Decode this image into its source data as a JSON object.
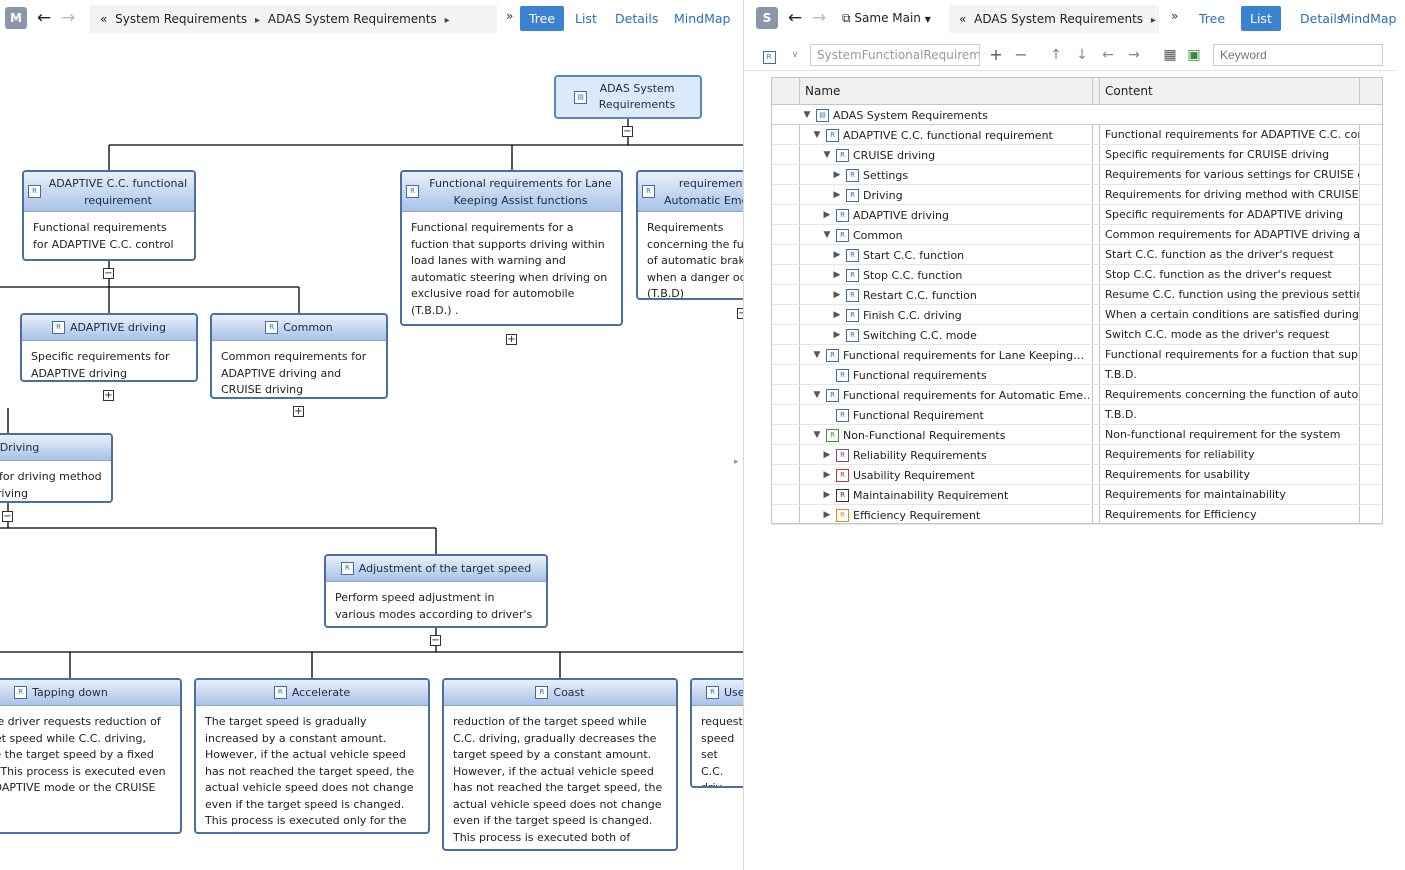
{
  "left": {
    "avatar": "M",
    "back_icon": "arrow-left-icon",
    "forward_icon": "arrow-right-icon",
    "breadcrumb": {
      "prefix": "«",
      "items": [
        "System Requirements",
        "ADAS System Requirements"
      ],
      "sep": "▸"
    },
    "more": "»",
    "tabs": [
      "Tree",
      "List",
      "Details",
      "MindMap"
    ],
    "active_tab": "Tree",
    "nodes": {
      "root": {
        "title": "ADAS System Requirements"
      },
      "acc": {
        "title": "ADAPTIVE C.C. functional requirement",
        "body": "Functional requirements for ADAPTIVE C.C. control"
      },
      "lka": {
        "title": "Functional requirements for Lane Keeping Assist functions",
        "body": "Functional requirements for a fuction that supports driving within load lanes with warning and automatic steering when driving on exclusive road for automobile (T.B.D.) ."
      },
      "aeb": {
        "title": "Functional requirements for Automatic Emergency Braking",
        "body": "Requirements concerning the function of automatic brakes when a danger occurs (T.B.D)"
      },
      "adaptive": {
        "title": "ADAPTIVE driving",
        "body": "Specific requirements for ADAPTIVE driving"
      },
      "common": {
        "title": "Common",
        "body": "Common requirements for ADAPTIVE driving and CRUISE driving"
      },
      "driving": {
        "title": "Driving",
        "body": "Requirements for driving method with CRUISE driving"
      },
      "adjust": {
        "title": "Adjustment of the target speed",
        "body": "Perform speed adjustment in various modes according to driver's request"
      },
      "tapping": {
        "title": "Tapping down",
        "body": "When the driver requests reduction of the target speed while C.C. driving, decrease the target speed by a fixed amount. This process is executed even in the ADAPTIVE mode or the CRUISE"
      },
      "accel": {
        "title": "Accelerate",
        "body": "The target speed is gradually increased by a constant amount. However, if the actual vehicle speed has not reached the target speed, the actual vehicle speed does not change even if the target speed is changed. This process is executed only for the"
      },
      "coast": {
        "title": "Coast",
        "body": "reduction of the target speed while C.C. driving, gradually decreases the target speed by a constant amount. However, if the actual vehicle speed has not reached the target speed, the actual vehicle speed does not change even if the target speed is changed. This process is executed both of"
      },
      "use": {
        "title": "Use",
        "body": "requests speed set C.C. driv speed is"
      }
    },
    "collapse_symbol": "−",
    "expand_symbol": "+"
  },
  "right": {
    "avatar": "S",
    "scope": "Same Main",
    "breadcrumb": {
      "prefix": "«",
      "items": [
        "ADAS System Requirements"
      ],
      "sep": "▸"
    },
    "more": "»",
    "tabs": [
      "Tree",
      "List",
      "Details",
      "MindMap"
    ],
    "active_tab": "List",
    "type_filter": "SystemFunctionalRequirement",
    "keyword_placeholder": "Keyword",
    "columns": [
      "Name",
      "Content"
    ],
    "rows": [
      {
        "name": "ADAS System Requirements",
        "content": "",
        "level": 0,
        "arrow": "down",
        "icon": "folder"
      },
      {
        "name": "ADAPTIVE C.C. functional requirement",
        "content": "Functional requirements for ADAPTIVE C.C. control",
        "level": 1,
        "arrow": "down",
        "icon": "blue"
      },
      {
        "name": "CRUISE driving",
        "content": "Specific requirements for CRUISE driving",
        "level": 2,
        "arrow": "down",
        "icon": "blue"
      },
      {
        "name": "Settings",
        "content": "Requirements for various settings for CRUISE driving",
        "level": 3,
        "arrow": "right",
        "icon": "blue"
      },
      {
        "name": "Driving",
        "content": "Requirements for driving method with CRUISE driving",
        "level": 3,
        "arrow": "right",
        "icon": "blue"
      },
      {
        "name": "ADAPTIVE driving",
        "content": "Specific requirements for ADAPTIVE driving",
        "level": 2,
        "arrow": "right",
        "icon": "blue"
      },
      {
        "name": "Common",
        "content": "Common requirements for ADAPTIVE driving and CRUISE driving",
        "level": 2,
        "arrow": "down",
        "icon": "blue"
      },
      {
        "name": "Start C.C. function",
        "content": "Start C.C. function as the driver's request",
        "level": 3,
        "arrow": "right",
        "icon": "blue"
      },
      {
        "name": "Stop C.C. function",
        "content": "Stop C.C. function as the driver's request",
        "level": 3,
        "arrow": "right",
        "icon": "blue"
      },
      {
        "name": "Restart C.C. function",
        "content": "Resume C.C. function using the previous setting",
        "level": 3,
        "arrow": "right",
        "icon": "blue"
      },
      {
        "name": "Finish C.C. driving",
        "content": "When a certain conditions are satisfied during C.C.",
        "level": 3,
        "arrow": "right",
        "icon": "blue"
      },
      {
        "name": "Switching C.C. mode",
        "content": "Switch C.C. mode as the driver's request",
        "level": 3,
        "arrow": "right",
        "icon": "blue"
      },
      {
        "name": "Functional requirements for Lane Keeping…",
        "content": "Functional requirements for a fuction that supports",
        "level": 1,
        "arrow": "down",
        "icon": "blue"
      },
      {
        "name": "Functional requirements",
        "content": "T.B.D.",
        "level": 2,
        "arrow": "",
        "icon": "blue"
      },
      {
        "name": "Functional requirements for Automatic Eme…",
        "content": "Requirements concerning the function of automatic",
        "level": 1,
        "arrow": "down",
        "icon": "blue"
      },
      {
        "name": "Functional Requirement",
        "content": "T.B.D.",
        "level": 2,
        "arrow": "",
        "icon": "blue"
      },
      {
        "name": "Non-Functional Requirements",
        "content": "Non-functional requirement for the system",
        "level": 1,
        "arrow": "down",
        "icon": "green"
      },
      {
        "name": "Reliability Requirements",
        "content": "Requirements for reliability",
        "level": 2,
        "arrow": "right",
        "icon": "purple"
      },
      {
        "name": "Usability Requirement",
        "content": "Requirements for usability",
        "level": 2,
        "arrow": "right",
        "icon": "red"
      },
      {
        "name": "Maintainability Requirement",
        "content": "Requirements for maintainability",
        "level": 2,
        "arrow": "right",
        "icon": "dark"
      },
      {
        "name": "Efficiency Requirement",
        "content": "Requirements for Efficiency",
        "level": 2,
        "arrow": "right",
        "icon": "orange"
      }
    ]
  },
  "colors": {
    "accent": "#3b82d0",
    "node_border": "#4a6fa5",
    "link": "#2a6ebd"
  }
}
